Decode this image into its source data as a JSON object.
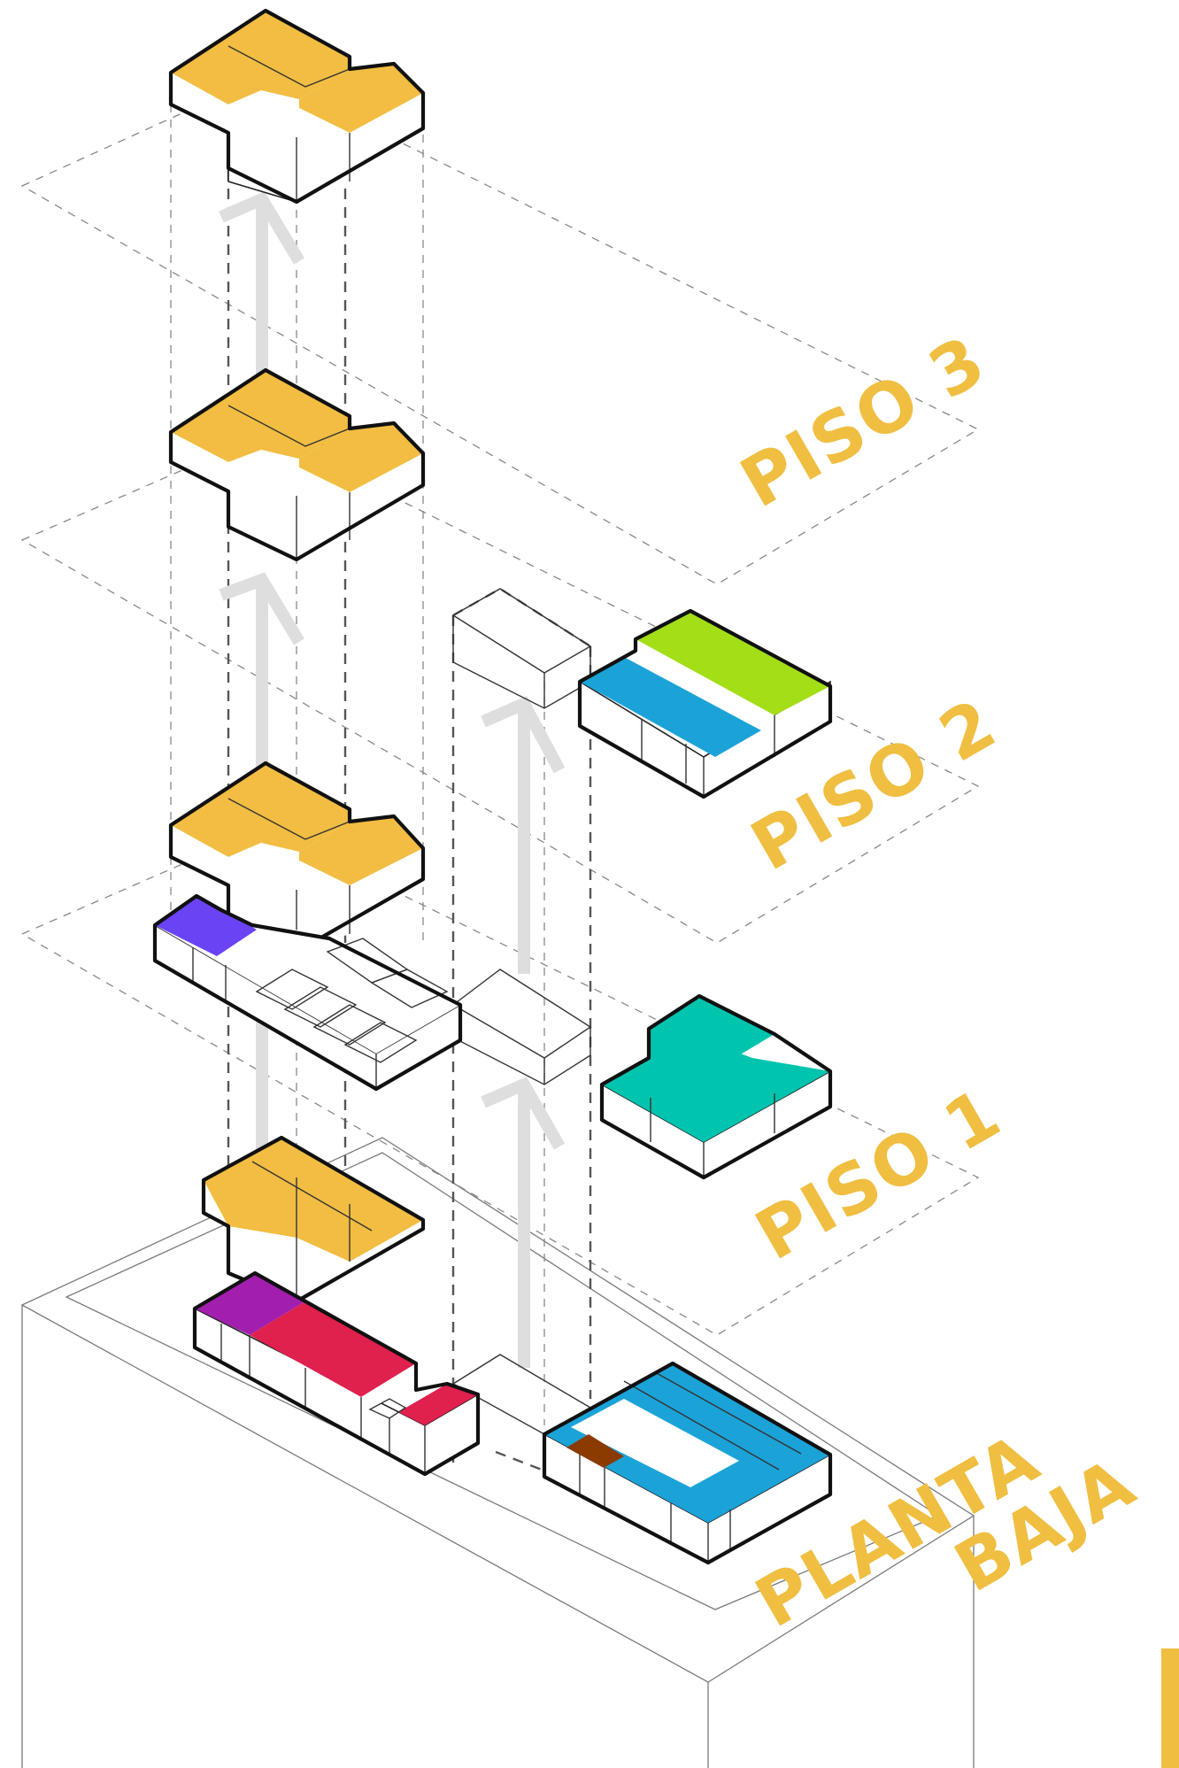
{
  "labels": {
    "piso3": "PISO 3",
    "piso2": "PISO 2",
    "piso1": "PISO 1",
    "planta": "PLANTA",
    "baja": "BAJA"
  },
  "colors": {
    "label": "#F0BE41",
    "yellow": "#F2BD42",
    "blue": "#1BA3D8",
    "green": "#A3DE17",
    "teal": "#00C4AE",
    "violet": "#6A43F5",
    "magenta": "#A21FAE",
    "red": "#E0204D",
    "brown": "#8B3A00",
    "arrow": "#DEDEDE"
  }
}
